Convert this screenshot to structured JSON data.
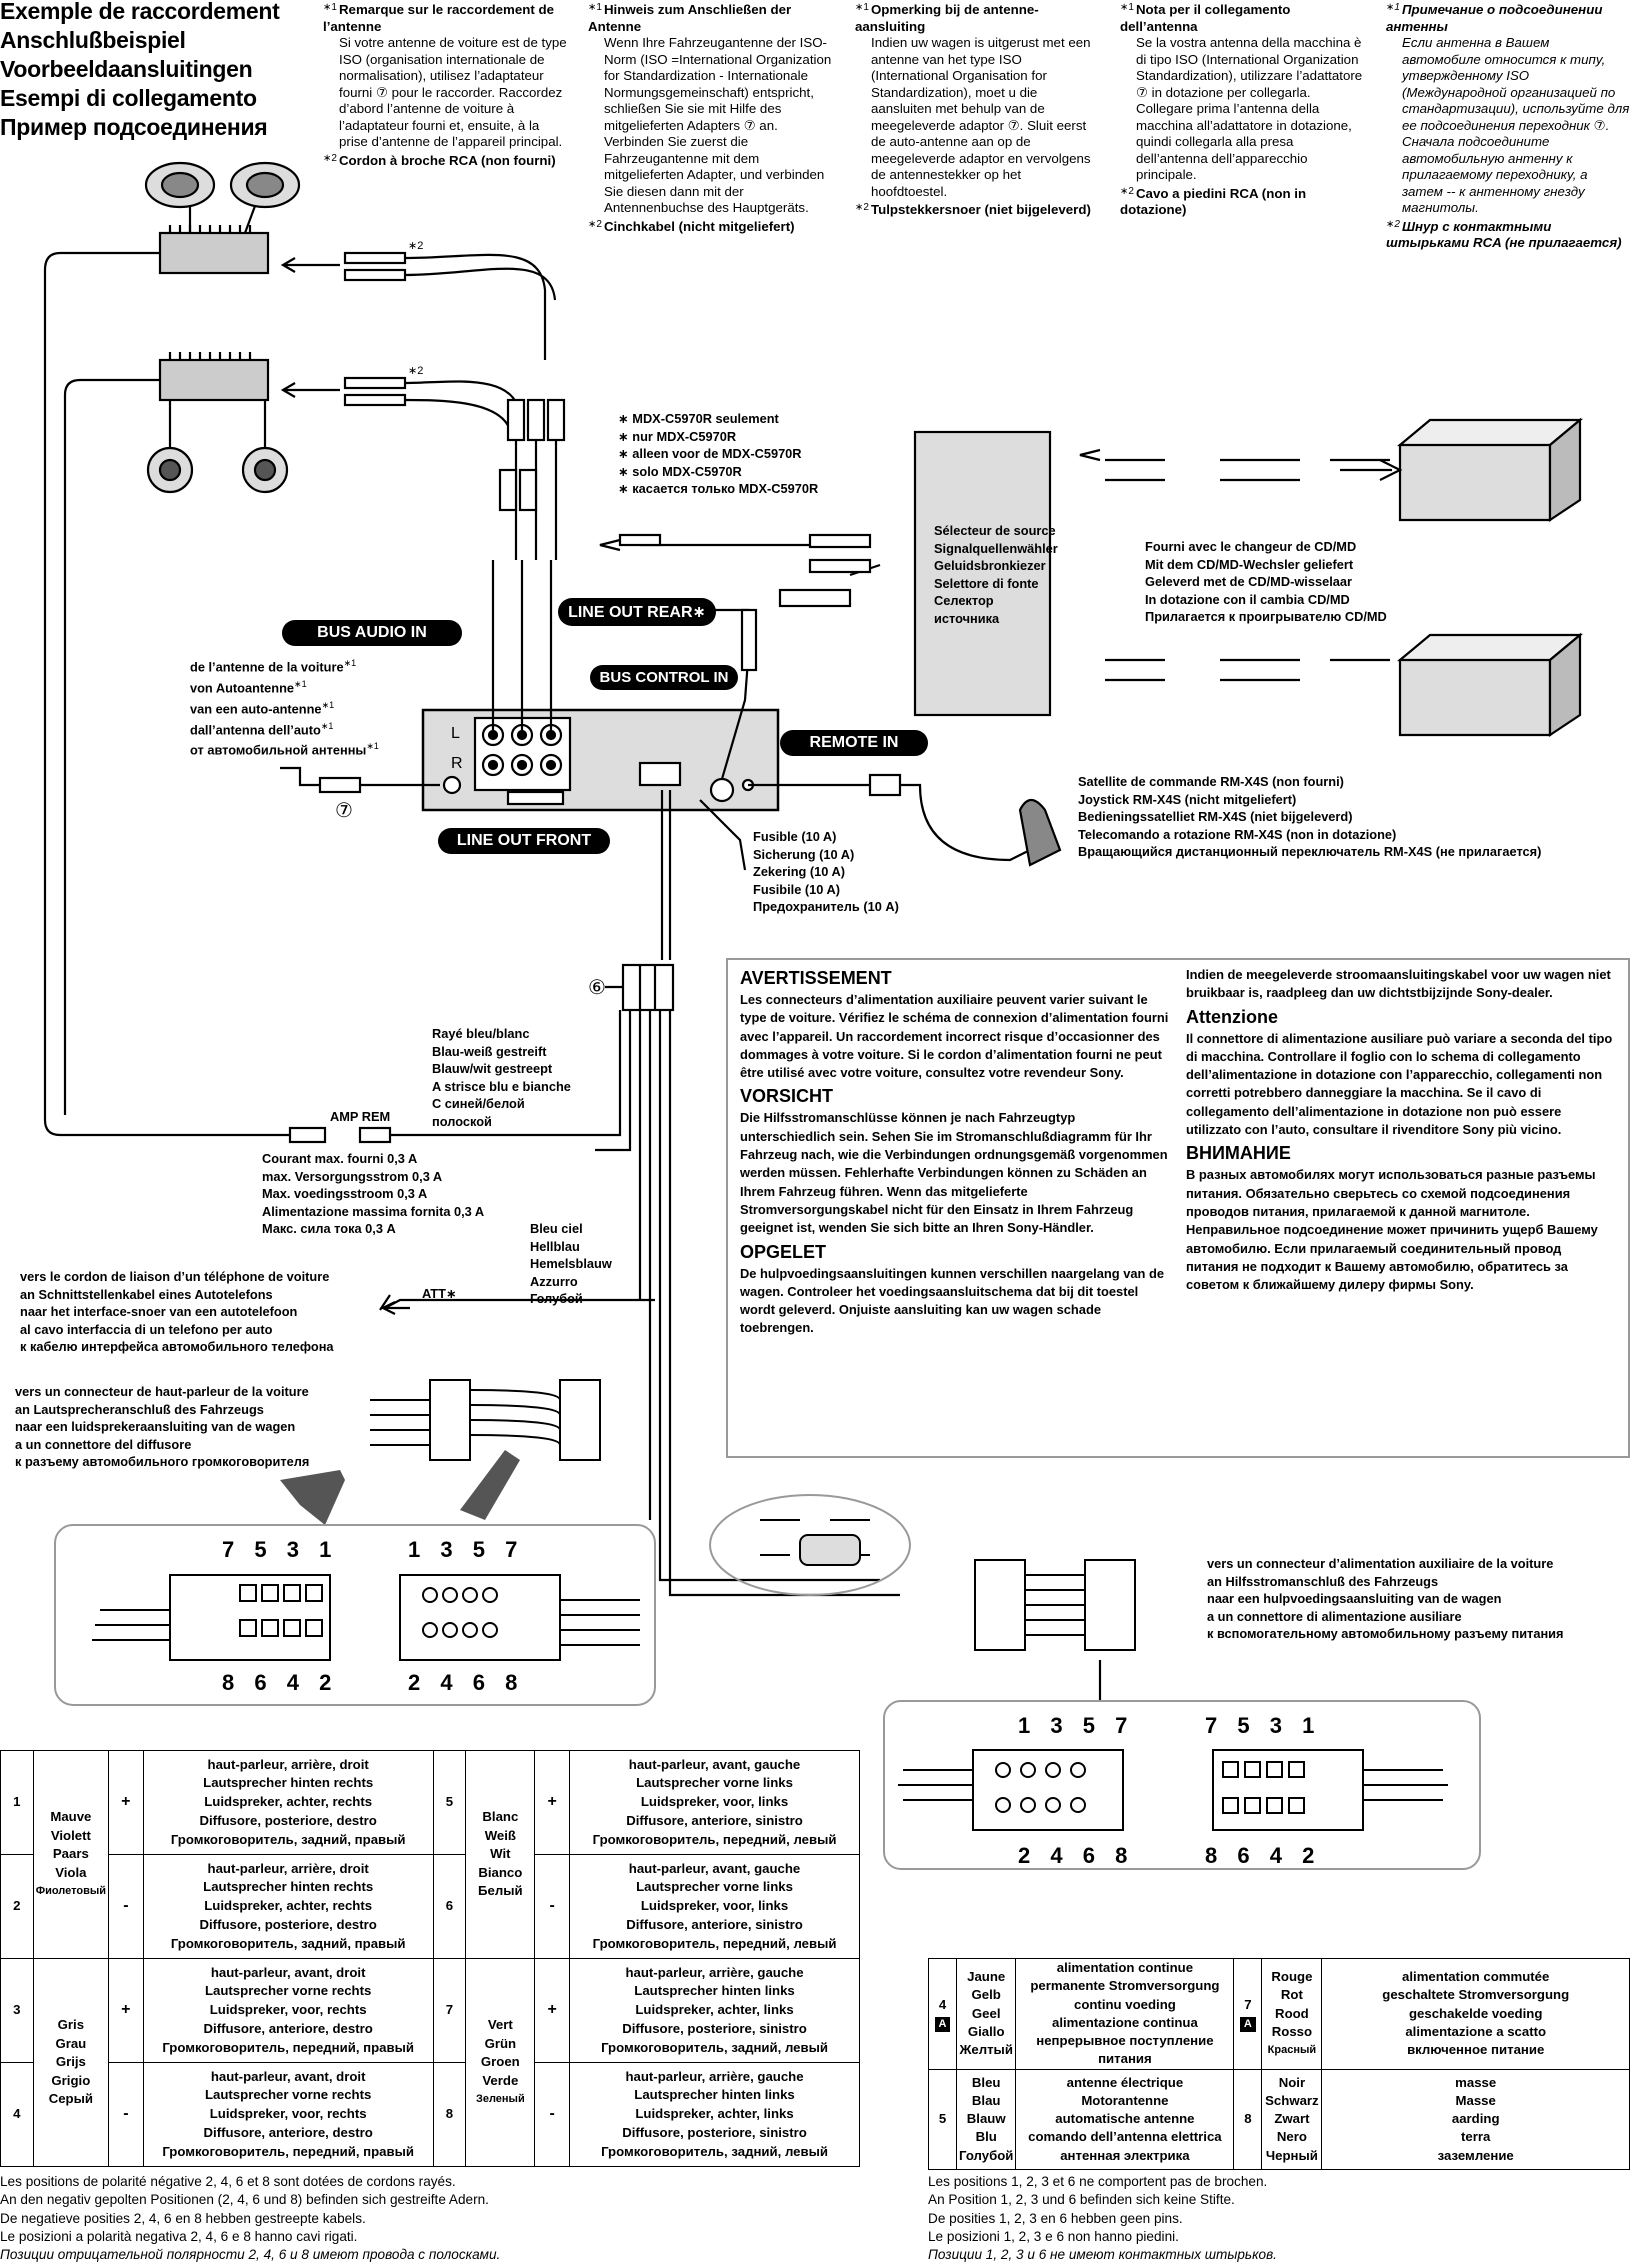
{
  "titles": [
    "Exemple de raccordement",
    "Anschlußbeispiel",
    "Voorbeeldaansluitingen",
    "Esempi di collegamento",
    "Пример подсоединения"
  ],
  "notes": {
    "fr": {
      "m1": "∗1",
      "h1": "Remarque sur le raccordement de l’antenne",
      "t1": "Si votre antenne de voiture est de type ISO (organisation internationale de normalisation), utilisez l’adaptateur fourni ⑦ pour le raccorder. Raccordez d’abord l’antenne de voiture à l’adaptateur fourni et, ensuite, à la prise d’antenne de l’appareil principal.",
      "m2": "∗2",
      "h2": "Cordon à broche RCA (non fourni)"
    },
    "de": {
      "m1": "∗1",
      "h1": "Hinweis zum Anschließen der Antenne",
      "t1": "Wenn Ihre Fahrzeugantenne der ISO-Norm (ISO =International Organization for Standardization - Internationale Normungsgemeinschaft) entspricht, schließen Sie sie mit Hilfe des mitgelieferten Adapters ⑦ an. Verbinden Sie zuerst die Fahrzeugantenne mit dem mitgelieferten Adapter, und verbinden Sie diesen dann mit der Antennenbuchse des Hauptgeräts.",
      "m2": "∗2",
      "h2": "Cinchkabel (nicht mitgeliefert)"
    },
    "nl": {
      "m1": "∗1",
      "h1": "Opmerking bij de antenne-aansluiting",
      "t1": "Indien uw wagen is uitgerust met een antenne van het type ISO (International Organisation for Standardization), moet u die aansluiten met behulp van de meegeleverde adaptor ⑦. Sluit eerst de auto-antenne aan op de meegeleverde adaptor en vervolgens de antennestekker op het hoofdtoestel.",
      "m2": "∗2",
      "h2": "Tulpstekkersnoer (niet bijgeleverd)"
    },
    "it": {
      "m1": "∗1",
      "h1": "Nota per il collegamento dell’antenna",
      "t1": "Se la vostra antenna della macchina è di tipo ISO (International Organization Standardization), utilizzare l’adattatore ⑦ in dotazione per collegarla. Collegare prima l’antenna della macchina all’adattatore in dotazione, quindi collegarla alla presa dell’antenna dell’apparecchio principale.",
      "m2": "∗2",
      "h2": "Cavo a piedini RCA (non in dotazione)"
    },
    "ru": {
      "m1": "∗1",
      "h1": "Примечание о подсоединении антенны",
      "t1": "Если антенна в Вашем автомобиле относится к типу, утвержденному ISO (Международной организацией по стандартизации), используйте для ее подсоединения переходник ⑦. Сначала подсоедините автомобильную антенну к прилагаемому переходнику, а затем -- к антенному гнезду магнитолы.",
      "m2": "∗2",
      "h2": "Шнур с контактными штырьками RCA (не прилагается)"
    }
  },
  "star_label": "∗2",
  "mdx_note": [
    "MDX-C5970R seulement",
    "nur MDX-C5970R",
    "alleen voor de MDX-C5970R",
    "solo MDX-C5970R",
    "касается только MDX-C5970R"
  ],
  "labels": {
    "bus_audio_in": "BUS AUDIO IN",
    "line_out_rear": "LINE OUT REAR",
    "line_out_rear_star": "∗",
    "bus_control_in": "BUS CONTROL IN",
    "remote_in": "REMOTE IN",
    "line_out_front": "LINE OUT FRONT",
    "l": "L",
    "r": "R",
    "amp_rem": "AMP REM",
    "att": "ATT",
    "att_star": "∗",
    "seven": "⑦",
    "six": "⑥"
  },
  "antenna_from": [
    "de l’antenne de la voiture",
    "von Autoantenne",
    "van een auto-antenne",
    "dall’antenna dell’auto",
    "от автомобильной антенны"
  ],
  "source_selector": [
    "Sélecteur de source",
    "Signalquellenwähler",
    "Geluidsbronkiezer",
    "Selettore di fonte",
    "Селектор",
    "источника"
  ],
  "cd_md": [
    "Fourni avec le changeur de CD/MD",
    "Mit dem CD/MD-Wechsler geliefert",
    "Geleverd met de CD/MD-wisselaar",
    "In dotazione con il cambia CD/MD",
    "Прилагается к проигрывателю CD/MD"
  ],
  "satellite": [
    "Satellite de commande RM-X4S (non fourni)",
    "Joystick RM-X4S (nicht mitgeliefert)",
    "Bedieningssatelliet RM-X4S (niet bijgeleverd)",
    "Telecomando a rotazione RM-X4S (non in dotazione)",
    "Вращающийся дистанционный переключатель RM-X4S (не прилагается)"
  ],
  "fuse": [
    "Fusible (10 A)",
    "Sicherung (10 A)",
    "Zekering (10 A)",
    "Fusibile (10 A)",
    "Предохранитель (10 A)"
  ],
  "striped": [
    "Rayé bleu/blanc",
    "Blau-weiß gestreift",
    "Blauw/wit gestreept",
    "A strisce blu e bianche",
    "С синей/белой",
    "полоской"
  ],
  "current": [
    "Courant max. fourni 0,3 A",
    "max. Versorgungsstrom 0,3 A",
    "Max. voedingsstroom 0,3 A",
    "Alimentazione massima fornita 0,3 A",
    "Макс. сила тока 0,3 A"
  ],
  "lightblue": [
    "Bleu ciel",
    "Hellblau",
    "Hemelsblauw",
    "Azzurro",
    "Голубой"
  ],
  "phone": [
    "vers le cordon de liaison d’un téléphone de voiture",
    "an Schnittstellenkabel eines Autotelefons",
    "naar het interface-snoer van een autotelefoon",
    "al cavo interfaccia di un telefono per auto",
    "к кабелю интерфейса автомобильного телефона"
  ],
  "speaker_conn": [
    "vers un connecteur de haut-parleur de la voiture",
    "an Lautsprecheranschluß des Fahrzeugs",
    "naar een luidsprekeraansluiting van de wagen",
    "a un connettore del diffusore",
    "к разъему автомобильного громкоговорителя"
  ],
  "power_conn": [
    "vers un connecteur d’alimentation auxiliaire de la voiture",
    "an Hilfsstromanschluß des Fahrzeugs",
    "naar een hulpvoedingsaansluiting van de wagen",
    "a un connettore di alimentazione ausiliare",
    "к вспомогательному автомобильному разъему питания"
  ],
  "warnings": {
    "fr_h": "AVERTISSEMENT",
    "fr_t": "Les connecteurs d’alimentation auxiliaire peuvent varier suivant le type de voiture. Vérifiez le schéma de connexion d’alimentation fourni avec l’appareil. Un raccordement incorrect risque d’occasionner des dommages à votre voiture. Si le cordon d’alimentation fourni ne peut être utilisé avec votre voiture, consultez votre revendeur Sony.",
    "de_h": "VORSICHT",
    "de_t": "Die Hilfsstromanschlüsse können je nach Fahrzeugtyp unterschiedlich sein. Sehen Sie im Stromanschlußdiagramm für Ihr Fahrzeug nach, wie die Verbindungen ordnungsgemäß vorgenommen werden müssen. Fehlerhafte Verbindungen können zu Schäden an Ihrem Fahrzeug führen. Wenn das mitgelieferte Stromversorgungskabel nicht für den Einsatz in Ihrem Fahrzeug geeignet ist, wenden Sie sich bitte an Ihren Sony-Händler.",
    "nl_h": "OPGELET",
    "nl_t": "De hulpvoedingsaansluitingen kunnen verschillen naargelang van de wagen. Controleer het voedingsaansluitschema dat bij dit toestel wordt geleverd. Onjuiste aansluiting kan uw wagen schade toebrengen.",
    "nl_t2": "Indien de meegeleverde stroomaansluitingskabel voor uw wagen niet bruikbaar is, raadpleeg dan uw dichtstbijzijnde Sony-dealer.",
    "it_h": "Attenzione",
    "it_t": "Il connettore di alimentazione ausiliare può variare a seconda del tipo di macchina. Controllare il foglio con lo schema di collegamento dell’alimentazione in dotazione con l’apparecchio, collegamenti non corretti potrebbero danneggiare la macchina. Se il cavo di collegamento dell’alimentazione in dotazione non può essere utilizzato con l’auto, consultare il rivenditore Sony più vicino.",
    "ru_h": "ВНИМАНИЕ",
    "ru_t": "В разных автомобилях могут использоваться разные разъемы питания. Обязательно сверьтесь со схемой подсоединения проводов питания, прилагаемой к данной магнитоле. Неправильное подсоединение может причинить ущерб Вашему автомобилю. Если прилагаемый соединительный провод питания не подходит к Вашему автомобилю, обратитесь за советом к ближайшему дилеру фирмы Sony."
  },
  "pin_numbers": {
    "left_top": [
      "7",
      "5",
      "3",
      "1"
    ],
    "left_bot": [
      "8",
      "6",
      "4",
      "2"
    ],
    "mid_top": [
      "1",
      "3",
      "5",
      "7"
    ],
    "mid_bot": [
      "2",
      "4",
      "6",
      "8"
    ],
    "r1_top": [
      "1",
      "3",
      "5",
      "7"
    ],
    "r1_bot": [
      "2",
      "4",
      "6",
      "8"
    ],
    "r2_top": [
      "7",
      "5",
      "3",
      "1"
    ],
    "r2_bot": [
      "8",
      "6",
      "4",
      "2"
    ]
  },
  "speaker_table": {
    "rows": [
      {
        "n": "1",
        "color": [
          "Mauve",
          "Violett",
          "Paars",
          "Viola",
          "Фиолетовый"
        ],
        "sign": "+",
        "desc": [
          "haut-parleur, arrière, droit",
          "Lautsprecher hinten rechts",
          "Luidspreker, achter, rechts",
          "Diffusore, posteriore, destro",
          "Громкоговоритель, задний, правый"
        ],
        "n2": "5",
        "color2": [
          "Blanc",
          "Weiß",
          "Wit",
          "Bianco",
          "Белый"
        ],
        "sign2": "+",
        "desc2": [
          "haut-parleur, avant, gauche",
          "Lautsprecher vorne links",
          "Luidspreker, voor, links",
          "Diffusore, anteriore, sinistro",
          "Громкоговоритель, передний, левый"
        ]
      },
      {
        "n": "2",
        "sign": "-",
        "desc": [
          "haut-parleur, arrière, droit",
          "Lautsprecher hinten rechts",
          "Luidspreker, achter, rechts",
          "Diffusore, posteriore, destro",
          "Громкоговоритель, задний, правый"
        ],
        "n2": "6",
        "sign2": "-",
        "desc2": [
          "haut-parleur, avant, gauche",
          "Lautsprecher vorne links",
          "Luidspreker, voor, links",
          "Diffusore, anteriore, sinistro",
          "Громкоговоритель, передний, левый"
        ]
      },
      {
        "n": "3",
        "color": [
          "Gris",
          "Grau",
          "Grijs",
          "Grigio",
          "Серый"
        ],
        "sign": "+",
        "desc": [
          "haut-parleur, avant, droit",
          "Lautsprecher vorne rechts",
          "Luidspreker, voor, rechts",
          "Diffusore, anteriore, destro",
          "Громкоговоритель, передний, правый"
        ],
        "n2": "7",
        "color2": [
          "Vert",
          "Grün",
          "Groen",
          "Verde",
          "Зеленый"
        ],
        "sign2": "+",
        "desc2": [
          "haut-parleur, arrière, gauche",
          "Lautsprecher hinten links",
          "Luidspreker, achter, links",
          "Diffusore, posteriore, sinistro",
          "Громкоговоритель, задний, левый"
        ]
      },
      {
        "n": "4",
        "sign": "-",
        "desc": [
          "haut-parleur, avant, droit",
          "Lautsprecher vorne rechts",
          "Luidspreker, voor, rechts",
          "Diffusore, anteriore, destro",
          "Громкоговоритель, передний, правый"
        ],
        "n2": "8",
        "sign2": "-",
        "desc2": [
          "haut-parleur, arrière, gauche",
          "Lautsprecher hinten links",
          "Luidspreker, achter, links",
          "Diffusore, posteriore, sinistro",
          "Громкоговоритель, задний, левый"
        ]
      }
    ]
  },
  "power_table": {
    "rows": [
      {
        "n": "4",
        "a": "A",
        "color": [
          "Jaune",
          "Gelb",
          "Geel",
          "Giallo",
          "Желтый"
        ],
        "desc": [
          "alimentation continue",
          "permanente Stromversorgung",
          "continu voeding",
          "alimentazione continua",
          "непрерывное поступление питания"
        ],
        "n2": "7",
        "a2": "A",
        "color2": [
          "Rouge",
          "Rot",
          "Rood",
          "Rosso",
          "Красный"
        ],
        "desc2": [
          "alimentation commutée",
          "geschaltete Stromversorgung",
          "geschakelde voeding",
          "alimentazione a scatto",
          "включенное питание"
        ]
      },
      {
        "n": "5",
        "color": [
          "Bleu",
          "Blau",
          "Blauw",
          "Blu",
          "Голубой"
        ],
        "desc": [
          "antenne électrique",
          "Motorantenne",
          "automatische antenne",
          "comando dell’antenna elettrica",
          "антенная электрика"
        ],
        "n2": "8",
        "color2": [
          "Noir",
          "Schwarz",
          "Zwart",
          "Nero",
          "Черный"
        ],
        "desc2": [
          "masse",
          "Masse",
          "aarding",
          "terra",
          "заземление"
        ]
      }
    ]
  },
  "foot_left": [
    "Les positions de polarité négative 2, 4, 6 et 8 sont dotées de cordons rayés.",
    "An den negativ gepolten Positionen (2, 4, 6 und 8) befinden sich gestreifte Adern.",
    "De negatieve posities 2, 4, 6 en 8 hebben gestreepte kabels.",
    "Le posizioni a polarità negativa 2, 4, 6 e 8 hanno cavi rigati.",
    "Позиции отрицательной полярности 2, 4, 6 и 8 имеют провода с полосками."
  ],
  "foot_right": [
    "Les positions 1, 2, 3 et 6 ne comportent pas de brochen.",
    "An Position 1, 2, 3 und 6 befinden sich keine Stifte.",
    "De posities 1, 2, 3 en 6 hebben geen pins.",
    "Le posizioni 1, 2, 3 e 6 non hanno piedini.",
    "Позиции 1, 2, 3 и 6 не имеют контактных штырьков."
  ]
}
